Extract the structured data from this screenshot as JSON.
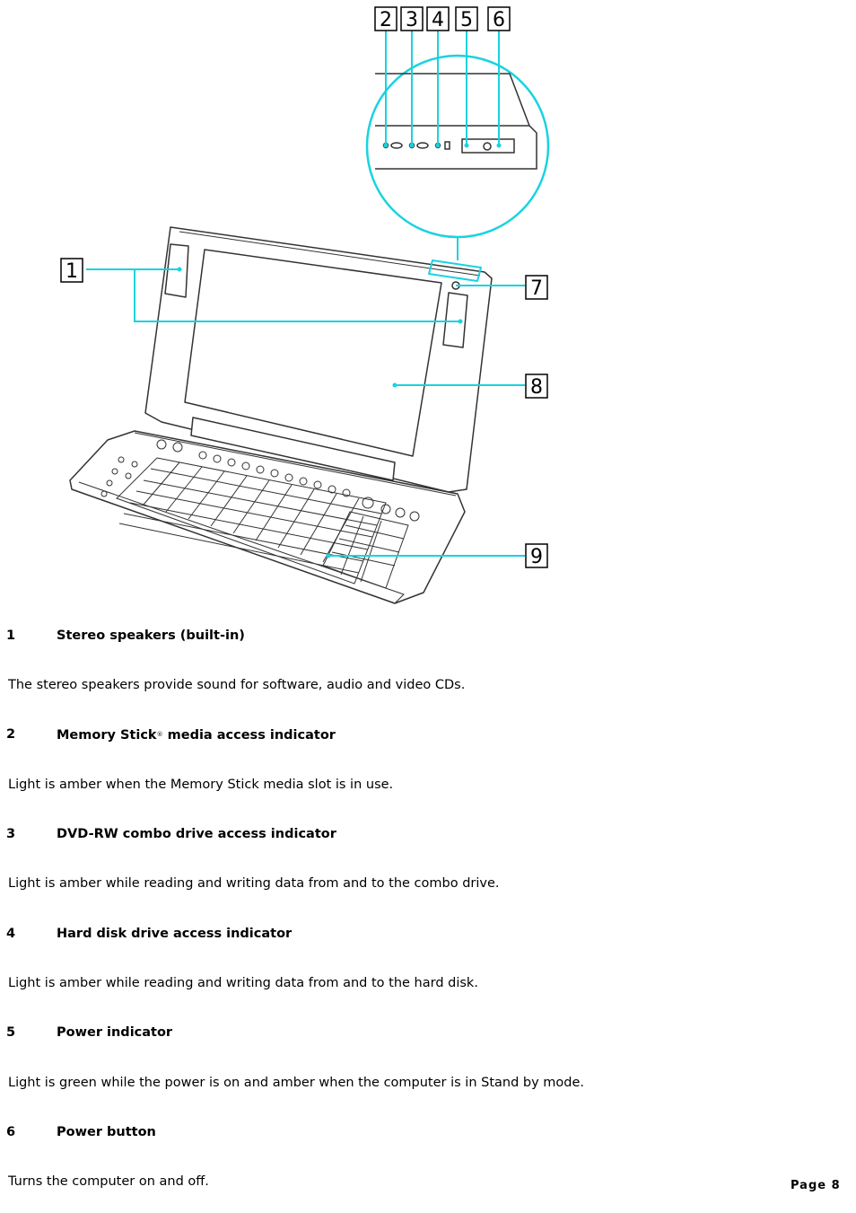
{
  "figure": {
    "callouts": [
      "1",
      "2",
      "3",
      "4",
      "5",
      "6",
      "7",
      "8",
      "9"
    ]
  },
  "items": [
    {
      "number": "1",
      "title": "Stereo speakers (built-in)",
      "title_suffix": "",
      "description": "The stereo speakers provide sound for software, audio and video CDs."
    },
    {
      "number": "2",
      "title": "Memory Stick",
      "registered": "®",
      "title_suffix": " media access indicator",
      "description": "Light is amber when the Memory Stick media slot is in use."
    },
    {
      "number": "3",
      "title": "DVD-RW combo drive access indicator",
      "title_suffix": "",
      "description": "Light is amber while reading and writing data from and to the combo drive."
    },
    {
      "number": "4",
      "title": "Hard disk drive access indicator",
      "title_suffix": "",
      "description": "Light is amber while reading and writing data from and to the hard disk."
    },
    {
      "number": "5",
      "title": "Power indicator",
      "title_suffix": "",
      "description": "Light is green while the power is on and amber when the computer is in Stand by mode."
    },
    {
      "number": "6",
      "title": "Power button",
      "title_suffix": "",
      "description": "Turns the computer on and off."
    }
  ],
  "footer": {
    "page_label": "Page 8"
  },
  "colors": {
    "callout_line": "#19d3df",
    "outline": "#333333"
  }
}
